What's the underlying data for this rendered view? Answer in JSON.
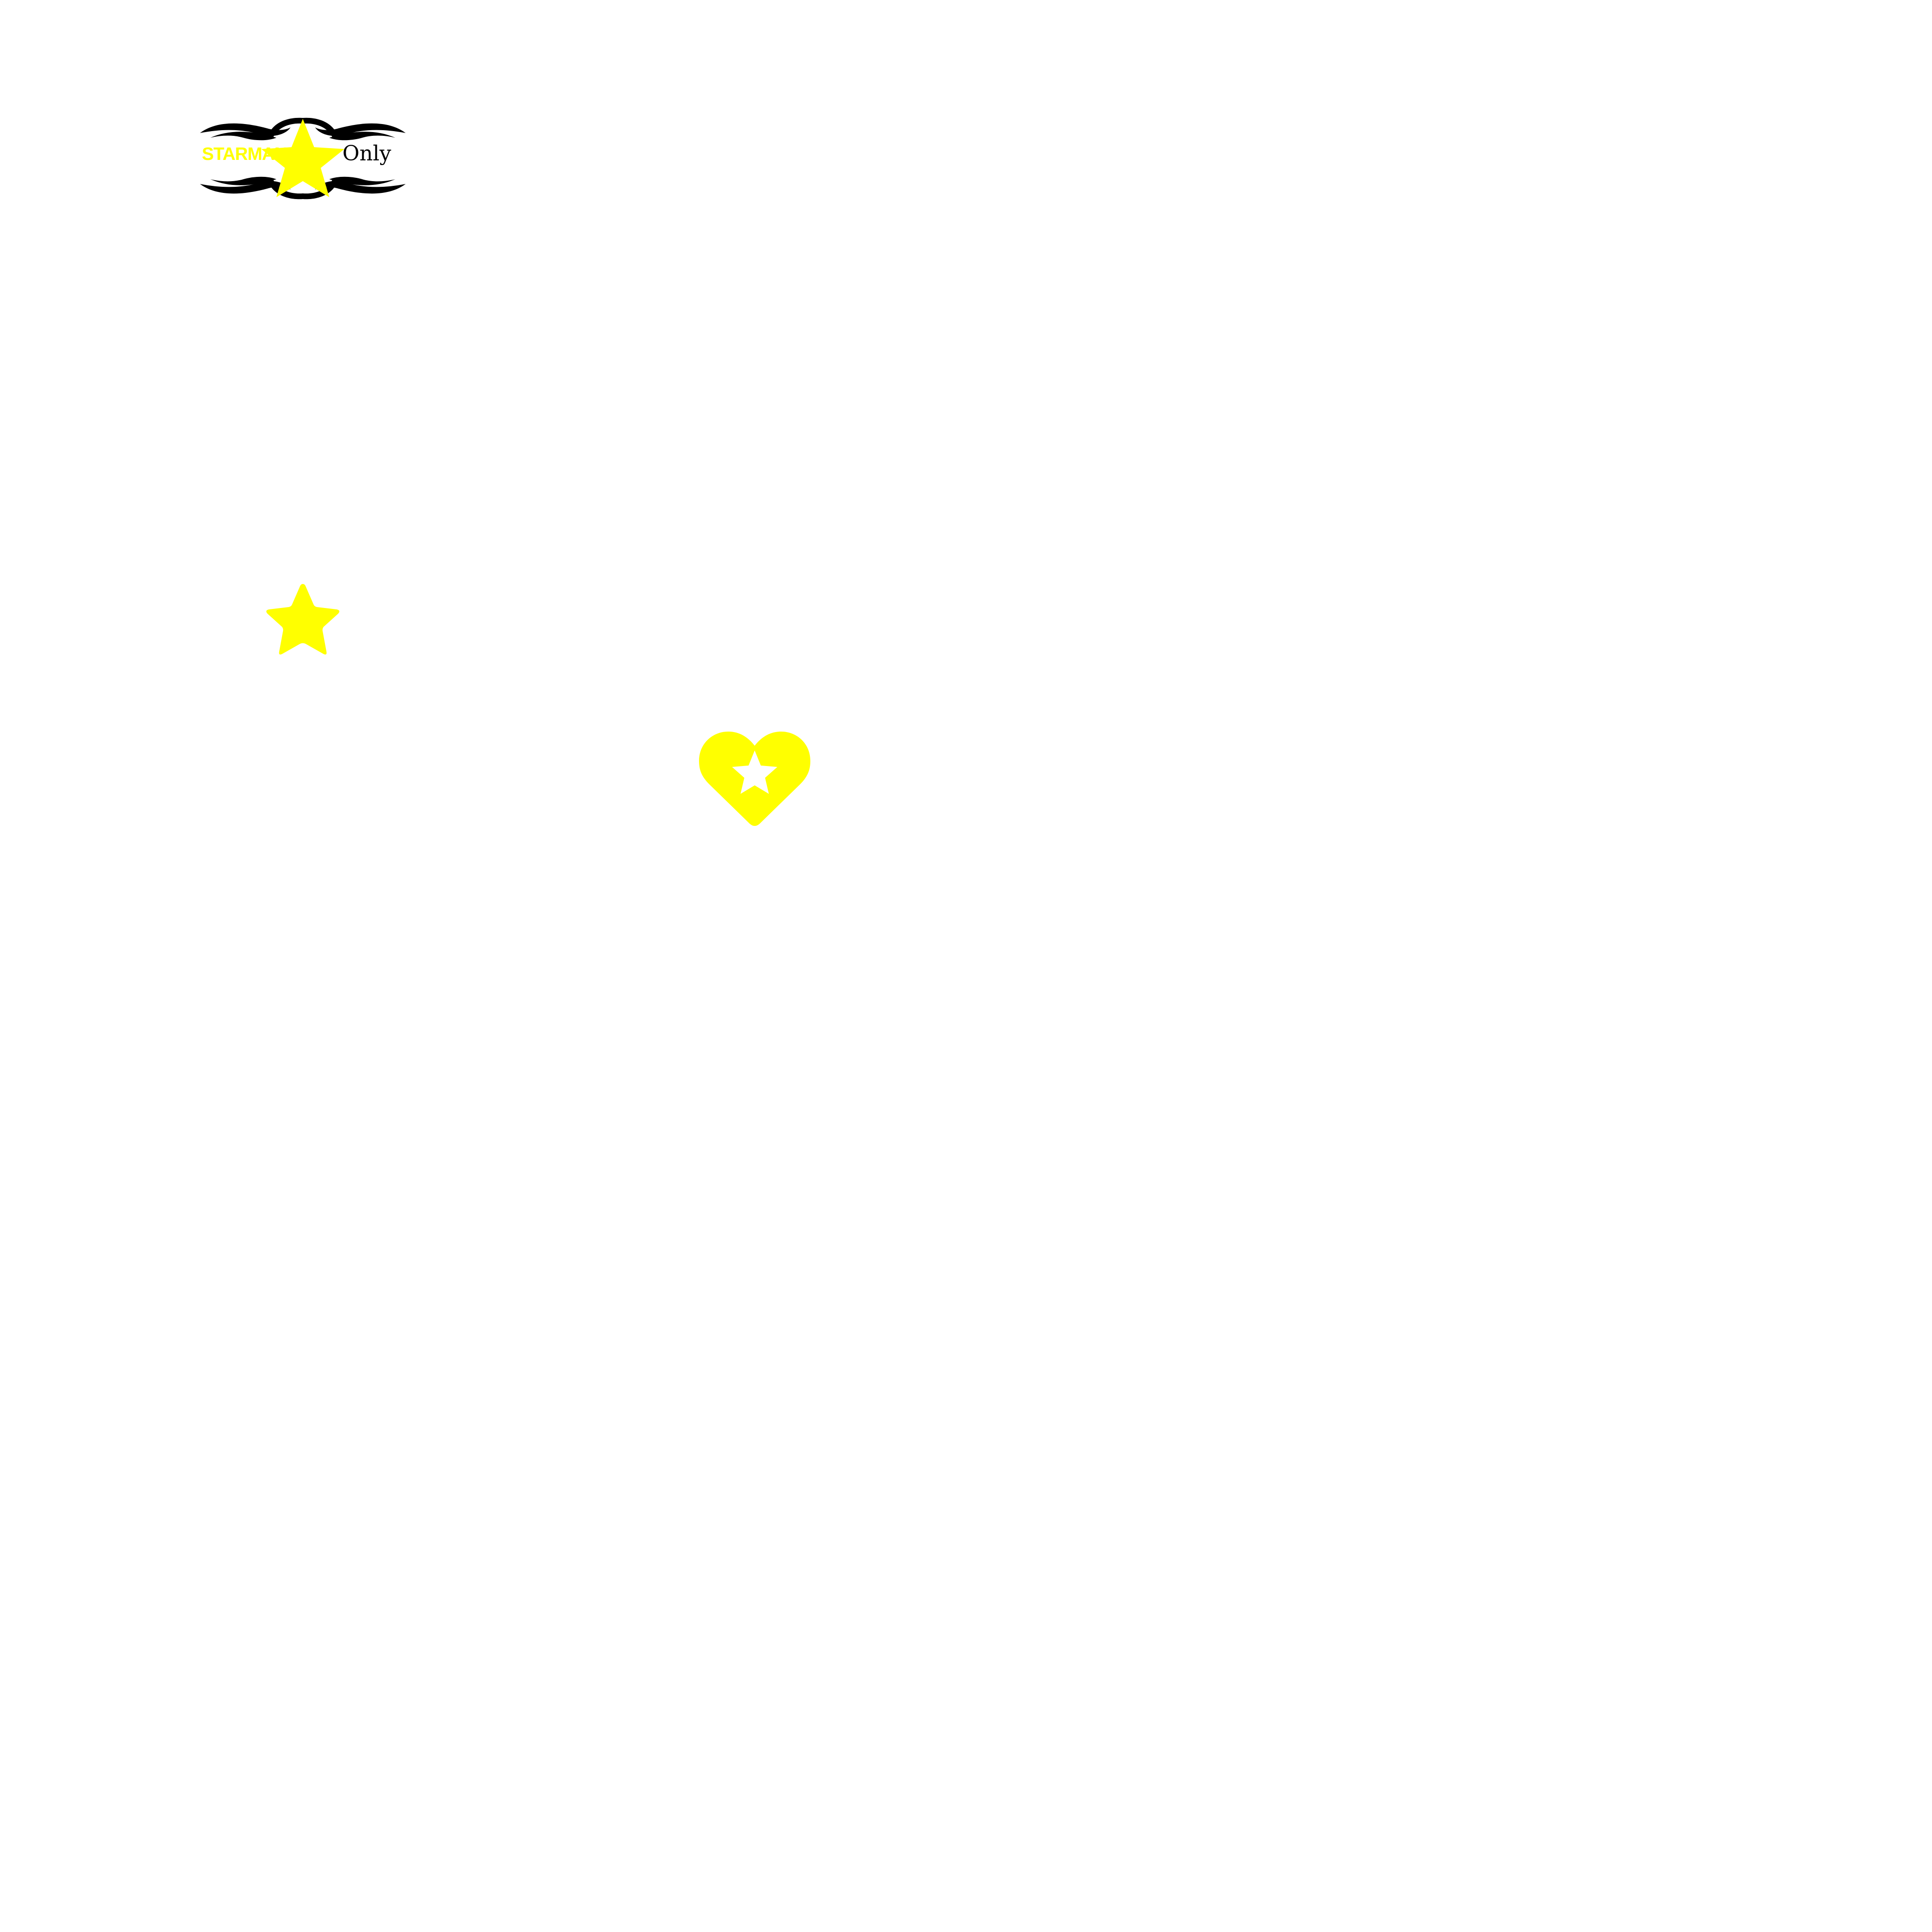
{
  "logo": {
    "word_left": "STARMAN",
    "word_right": "Only",
    "icon": "star-icon",
    "ornament": "wave-ornament",
    "word_left_color": "#ffff00",
    "word_right_color": "#000000",
    "ornament_color": "#000000"
  },
  "icons": {
    "star": "star-icon",
    "heart_star": "heart-star-icon"
  },
  "colors": {
    "accent": "#ffff00",
    "background": "#ffffff",
    "ink": "#000000"
  }
}
